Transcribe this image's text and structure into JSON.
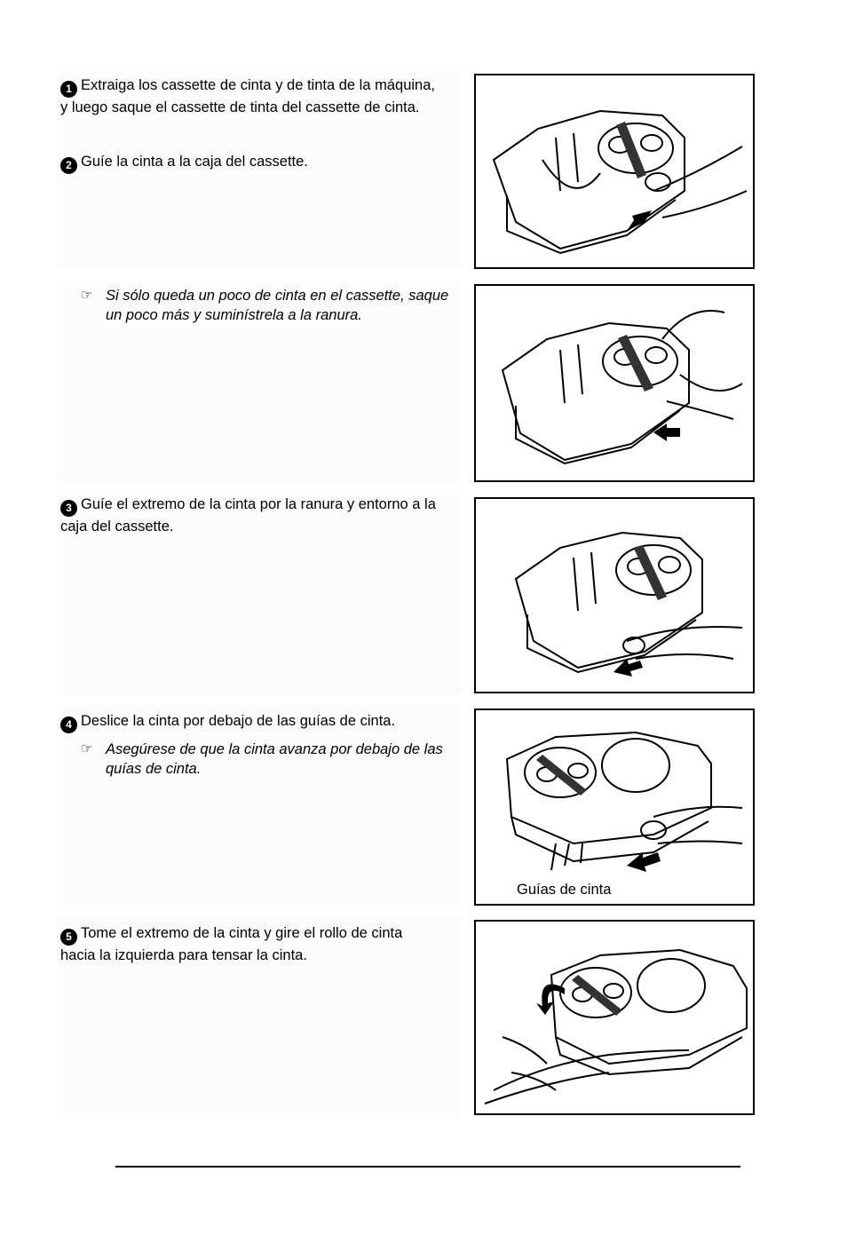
{
  "steps": [
    {
      "num": "1",
      "text": "Extraiga los cassette de cinta y de tinta de la máquina, y luego saque el cassette de tinta del cassette de cinta."
    },
    {
      "num": "2",
      "text": "Guíe la cinta a la caja del cassette."
    },
    {
      "num": "3",
      "text": "Guíe el extremo de la cinta por la ranura y entorno a la caja del cassette."
    },
    {
      "num": "4",
      "text": "Deslice la cinta por debajo de las guías de cinta."
    },
    {
      "num": "5",
      "text": "Tome el extremo de la cinta y gire el rollo de cinta hacia la izquierda para tensar la cinta."
    }
  ],
  "notes": [
    {
      "text": "Si sólo queda un poco de cinta en el cassette, saque un poco más y suminístrela a la ranura."
    },
    {
      "text": "Asegúrese de que la cinta avanza por debajo de las quías de cinta."
    }
  ],
  "captions": {
    "tape_guides": "Guías de cinta"
  },
  "icons": {
    "note_marker": "pointing-hand-icon",
    "step_marker": "black-circle-number-icon"
  }
}
